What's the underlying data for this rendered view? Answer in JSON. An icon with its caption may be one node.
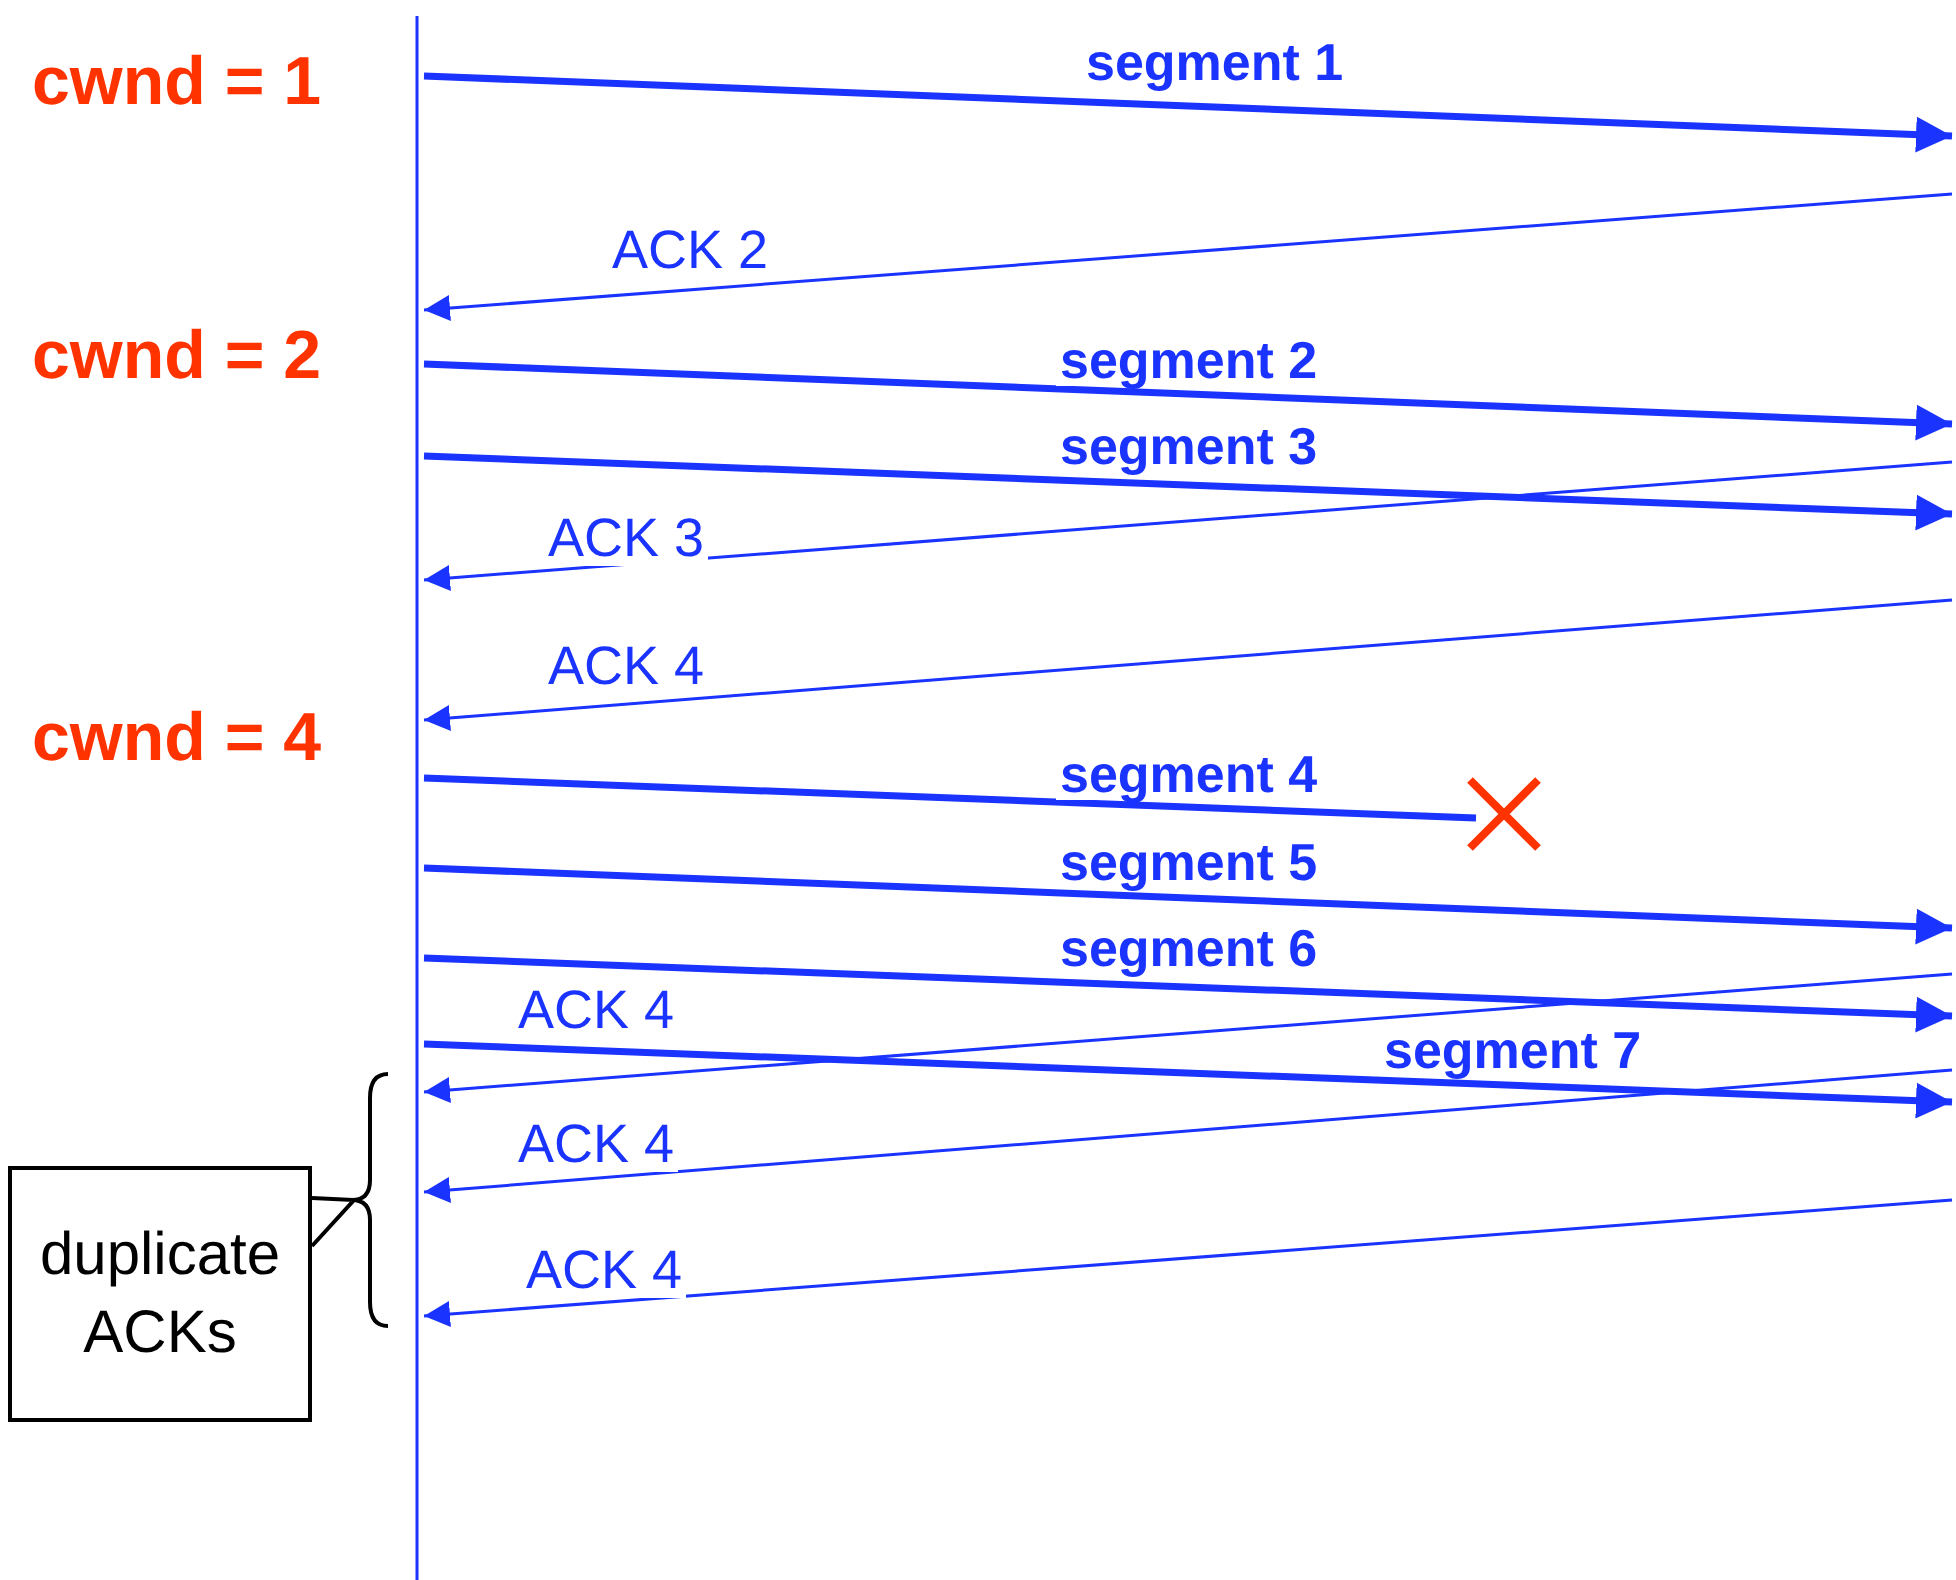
{
  "diagram": {
    "nodes": [
      {
        "text": [],
        "shape": "bar"
      },
      {
        "text": [],
        "shape": "cross"
      },
      {
        "text": [],
        "shape": "bracket"
      },
      {
        "text": [
          "duplicate ACKs"
        ]
      }
    ],
    "edges": [
      {
        "from": 0,
        "to": null,
        "arrow": "to",
        "label": "segment 1"
      },
      {
        "from": null,
        "to": 0,
        "arrow": "to",
        "label": "ACK 2"
      },
      {
        "from": 0,
        "to": null,
        "arrow": "to",
        "label": "segment 2"
      },
      {
        "from": 0,
        "to": null,
        "arrow": "to",
        "label": "segment 3"
      },
      {
        "from": null,
        "to": 0,
        "arrow": "to",
        "label": "ACK 3"
      },
      {
        "from": null,
        "to": 0,
        "arrow": "to",
        "label": "ACK 4"
      },
      {
        "from": 0,
        "to": 1,
        "arrow": "none",
        "label": "segment 4"
      },
      {
        "from": 0,
        "to": null,
        "arrow": "to",
        "label": "segment 5"
      },
      {
        "from": 0,
        "to": null,
        "arrow": "to",
        "label": "segment 6"
      },
      {
        "from": null,
        "to": 0,
        "arrow": "to",
        "label": "ACK 4"
      },
      {
        "from": 0,
        "to": null,
        "arrow": "to",
        "label": "segment 7"
      },
      {
        "from": null,
        "to": 0,
        "arrow": "to",
        "label": "ACK 4"
      },
      {
        "from": null,
        "to": 0,
        "arrow": "to",
        "label": "ACK 4"
      },
      {
        "from": 3,
        "to": 2,
        "arrow": "none",
        "color": "#000000"
      }
    ],
    "labels": [
      "cwnd = 1",
      "cwnd = 2",
      "cwnd = 4"
    ]
  }
}
